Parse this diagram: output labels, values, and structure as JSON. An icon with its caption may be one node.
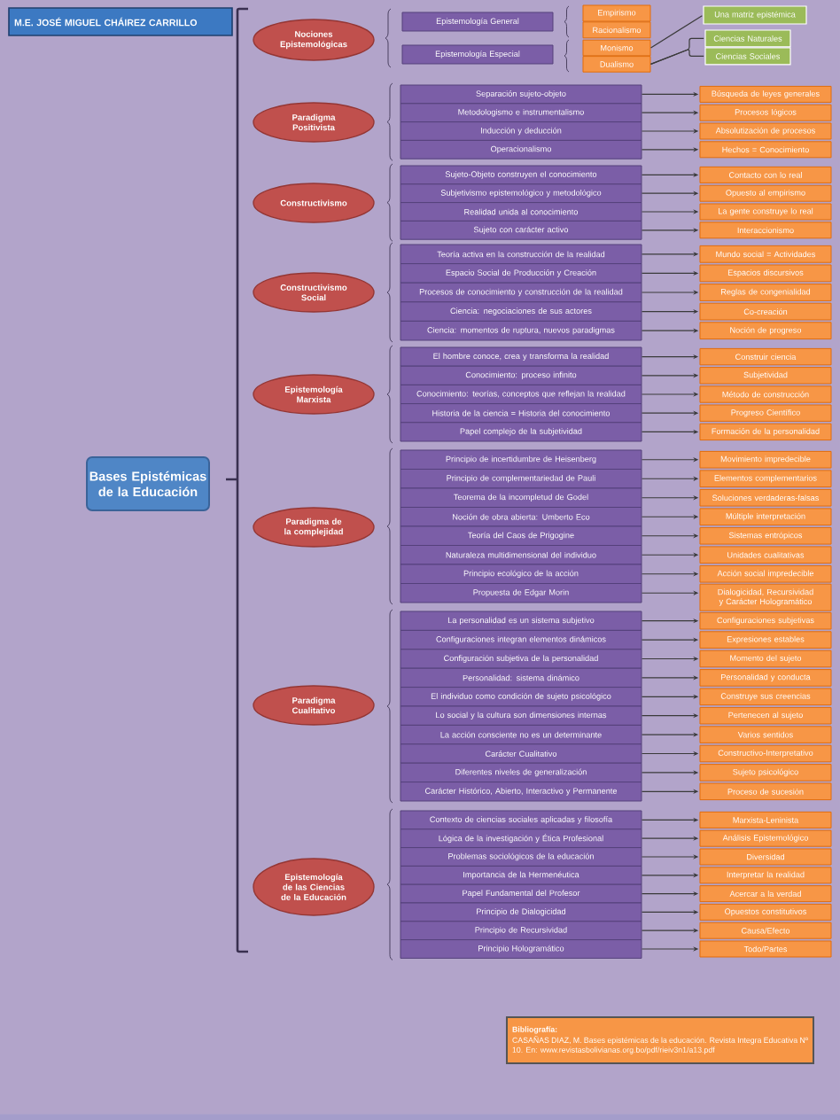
{
  "diagram": {
    "nodes": [
      {
        "text": [
          "M.E. JOSÉ MIGUEL CHÁIREZ CARRILLO"
        ]
      },
      {
        "text": [
          "Bases Epistémicas de la Educación"
        ]
      },
      {
        "text": [
          "Nociones Epistemológicas"
        ]
      },
      {
        "text": [
          "Epistemología General"
        ]
      },
      {
        "text": [
          "Empirismo"
        ]
      },
      {
        "text": [
          "Racionalismo"
        ]
      },
      {
        "text": [
          "Epistemología Especial"
        ]
      },
      {
        "text": [
          "Monismo"
        ]
      },
      {
        "text": [
          "Dualismo"
        ]
      },
      {
        "text": [
          "Una matriz epistémica"
        ]
      },
      {
        "text": [
          "Ciencias Naturales"
        ]
      },
      {
        "text": [
          "Ciencias Sociales"
        ]
      },
      {
        "text": [
          "Paradigma Positivista"
        ]
      },
      {
        "text": [
          "Separación sujeto-objeto"
        ]
      },
      {
        "text": [
          "Búsqueda de leyes generales"
        ]
      },
      {
        "text": [
          "Metodologismo e instrumentalismo"
        ]
      },
      {
        "text": [
          "Procesos lógicos"
        ]
      },
      {
        "text": [
          "Inducción y deducción"
        ]
      },
      {
        "text": [
          "Absolutización de procesos"
        ]
      },
      {
        "text": [
          "Operacionalismo"
        ]
      },
      {
        "text": [
          "Hechos = Conocimiento"
        ]
      },
      {
        "text": [
          "Constructivismo"
        ]
      },
      {
        "text": [
          "Sujeto-Objeto construyen el conocimiento"
        ]
      },
      {
        "text": [
          "Contacto con lo real"
        ]
      },
      {
        "text": [
          "Subjetivismo epistemológico y metodológico"
        ]
      },
      {
        "text": [
          "Opuesto al empirismo"
        ]
      },
      {
        "text": [
          "Realidad unida al conocimiento"
        ]
      },
      {
        "text": [
          "La gente construye lo real"
        ]
      },
      {
        "text": [
          "Sujeto con carácter activo"
        ]
      },
      {
        "text": [
          "Interaccionismo"
        ]
      },
      {
        "text": [
          "Constructivismo Social"
        ]
      },
      {
        "text": [
          "Teoría activa en la construcción de la realidad"
        ]
      },
      {
        "text": [
          "Mundo social = Actividades"
        ]
      },
      {
        "text": [
          "Espacio Social de Producción y Creación"
        ]
      },
      {
        "text": [
          "Espacios discursivos"
        ]
      },
      {
        "text": [
          "Procesos de conocimiento y construcción de la realidad"
        ]
      },
      {
        "text": [
          "Reglas de congenialidad"
        ]
      },
      {
        "text": [
          "Ciencia: negociaciones de sus actores"
        ]
      },
      {
        "text": [
          "Co-creación"
        ]
      },
      {
        "text": [
          "Ciencia: momentos de ruptura, nuevos paradigmas"
        ]
      },
      {
        "text": [
          "Noción de progreso"
        ]
      },
      {
        "text": [
          "Epistemología Marxista"
        ]
      },
      {
        "text": [
          "El hombre conoce, crea y transforma la realidad"
        ]
      },
      {
        "text": [
          "Construir ciencia"
        ]
      },
      {
        "text": [
          "Conocimiento: proceso infinito"
        ]
      },
      {
        "text": [
          "Subjetividad"
        ]
      },
      {
        "text": [
          "Conocimiento: teorías, conceptos que reflejan la realidad"
        ]
      },
      {
        "text": [
          "Método de construcción"
        ]
      },
      {
        "text": [
          "Historia de la ciencia = Historia del conocimiento"
        ]
      },
      {
        "text": [
          "Progreso Científico"
        ]
      },
      {
        "text": [
          "Papel complejo de la subjetividad"
        ]
      },
      {
        "text": [
          "Formación de la personalidad"
        ]
      },
      {
        "text": [
          "Paradigma de la complejidad"
        ]
      },
      {
        "text": [
          "Principio de incertidumbre de Heisenberg"
        ]
      },
      {
        "text": [
          "Movimiento impredecible"
        ]
      },
      {
        "text": [
          "Principio de complementariedad de Pauli"
        ]
      },
      {
        "text": [
          "Elementos complementarios"
        ]
      },
      {
        "text": [
          "Teorema de la incompletud de Godel"
        ]
      },
      {
        "text": [
          "Soluciones verdaderas-falsas"
        ]
      },
      {
        "text": [
          "Noción de obra abierta: Umberto Eco"
        ]
      },
      {
        "text": [
          "Múltiple interpretación"
        ]
      },
      {
        "text": [
          "Teoría del Caos de Prigogine"
        ]
      },
      {
        "text": [
          "Sistemas entrópicos"
        ]
      },
      {
        "text": [
          "Naturaleza multidimensional del individuo"
        ]
      },
      {
        "text": [
          "Unidades cualitativas"
        ]
      },
      {
        "text": [
          "Principio ecológico de la acción"
        ]
      },
      {
        "text": [
          "Acción social impredecible"
        ]
      },
      {
        "text": [
          "Propuesta de Edgar Morin"
        ]
      },
      {
        "text": [
          "Dialogicidad, Recursividad y Carácter Hologramático"
        ]
      },
      {
        "text": [
          "Paradigma Cualitativo"
        ]
      },
      {
        "text": [
          "La personalidad es un sistema subjetivo"
        ]
      },
      {
        "text": [
          "Configuraciones subjetivas"
        ]
      },
      {
        "text": [
          "Configuraciones integran elementos dinámicos"
        ]
      },
      {
        "text": [
          "Expresiones estables"
        ]
      },
      {
        "text": [
          "Configuración subjetiva de la personalidad"
        ]
      },
      {
        "text": [
          "Momento del sujeto"
        ]
      },
      {
        "text": [
          "Personalidad: sistema dinámico"
        ]
      },
      {
        "text": [
          "Personalidad y conducta"
        ]
      },
      {
        "text": [
          "El individuo como condición de sujeto psicológico"
        ]
      },
      {
        "text": [
          "Construye sus creencias"
        ]
      },
      {
        "text": [
          "Lo social y la cultura son dimensiones internas"
        ]
      },
      {
        "text": [
          "Pertenecen al sujeto"
        ]
      },
      {
        "text": [
          "La acción consciente no es un determinante"
        ]
      },
      {
        "text": [
          "Varios sentidos"
        ]
      },
      {
        "text": [
          "Carácter Cualitativo"
        ]
      },
      {
        "text": [
          "Constructivo-Interpretativo"
        ]
      },
      {
        "text": [
          "Diferentes niveles de generalización"
        ]
      },
      {
        "text": [
          "Sujeto psicológico"
        ]
      },
      {
        "text": [
          "Carácter Histórico, Abierto, Interactivo y Permanente"
        ]
      },
      {
        "text": [
          "Proceso de sucesión"
        ]
      },
      {
        "text": [
          "Epistemología de las Ciencias de la Educación"
        ]
      },
      {
        "text": [
          "Contexto de ciencias sociales aplicadas y filosofía"
        ]
      },
      {
        "text": [
          "Marxista-Leninista"
        ]
      },
      {
        "text": [
          "Lógica de la investigación y Ética Profesional"
        ]
      },
      {
        "text": [
          "Análisis Epistemológico"
        ]
      },
      {
        "text": [
          "Problemas sociológicos de la educación"
        ]
      },
      {
        "text": [
          "Diversidad"
        ]
      },
      {
        "text": [
          "Importancia de la Hermenéutica"
        ]
      },
      {
        "text": [
          "Interpretar la realidad"
        ]
      },
      {
        "text": [
          "Papel Fundamental del Profesor"
        ]
      },
      {
        "text": [
          "Acercar a la verdad"
        ]
      },
      {
        "text": [
          "Principio de Dialogicidad"
        ]
      },
      {
        "text": [
          "Opuestos constitutivos"
        ]
      },
      {
        "text": [
          "Principio de Recursividad"
        ]
      },
      {
        "text": [
          "Causa/Efecto"
        ]
      },
      {
        "text": [
          "Principio Hologramático"
        ]
      },
      {
        "text": [
          "Todo/Partes"
        ]
      },
      {
        "text": [
          "Bibliografía:",
          "CASAÑAS DIAZ, M. Bases epistémicas de la educación. Revista Integra Educativa Nº 10. En: www.revistasbolivianas.org.bo/pdf/rieiv3n1/a13.pdf"
        ]
      }
    ],
    "edges": [
      {
        "from": 7,
        "to": 9,
        "arrow": "none"
      },
      {
        "from": 8,
        "to": 10,
        "arrow": "none"
      },
      {
        "from": 8,
        "to": 11,
        "arrow": "none"
      },
      {
        "from": 13,
        "to": 14,
        "arrow": "to"
      },
      {
        "from": 15,
        "to": 16,
        "arrow": "to"
      },
      {
        "from": 17,
        "to": 18,
        "arrow": "to"
      },
      {
        "from": 19,
        "to": 20,
        "arrow": "to"
      },
      {
        "from": 22,
        "to": 23,
        "arrow": "to"
      },
      {
        "from": 24,
        "to": 25,
        "arrow": "to"
      },
      {
        "from": 26,
        "to": 27,
        "arrow": "to"
      },
      {
        "from": 28,
        "to": 29,
        "arrow": "to"
      },
      {
        "from": 31,
        "to": 32,
        "arrow": "to"
      },
      {
        "from": 33,
        "to": 34,
        "arrow": "to"
      },
      {
        "from": 35,
        "to": 36,
        "arrow": "to"
      },
      {
        "from": 37,
        "to": 38,
        "arrow": "to"
      },
      {
        "from": 39,
        "to": 40,
        "arrow": "to"
      },
      {
        "from": 42,
        "to": 43,
        "arrow": "to"
      },
      {
        "from": 44,
        "to": 45,
        "arrow": "to"
      },
      {
        "from": 46,
        "to": 47,
        "arrow": "to"
      },
      {
        "from": 48,
        "to": 49,
        "arrow": "to"
      },
      {
        "from": 50,
        "to": 51,
        "arrow": "to"
      },
      {
        "from": 53,
        "to": 54,
        "arrow": "to"
      },
      {
        "from": 55,
        "to": 56,
        "arrow": "to"
      },
      {
        "from": 57,
        "to": 58,
        "arrow": "to"
      },
      {
        "from": 59,
        "to": 60,
        "arrow": "to"
      },
      {
        "from": 61,
        "to": 62,
        "arrow": "to"
      },
      {
        "from": 63,
        "to": 64,
        "arrow": "to"
      },
      {
        "from": 65,
        "to": 66,
        "arrow": "to"
      },
      {
        "from": 67,
        "to": 68,
        "arrow": "to"
      },
      {
        "from": 70,
        "to": 71,
        "arrow": "to"
      },
      {
        "from": 72,
        "to": 73,
        "arrow": "to"
      },
      {
        "from": 74,
        "to": 75,
        "arrow": "to"
      },
      {
        "from": 76,
        "to": 77,
        "arrow": "to"
      },
      {
        "from": 78,
        "to": 79,
        "arrow": "to"
      },
      {
        "from": 80,
        "to": 81,
        "arrow": "to"
      },
      {
        "from": 82,
        "to": 83,
        "arrow": "to"
      },
      {
        "from": 84,
        "to": 85,
        "arrow": "to"
      },
      {
        "from": 86,
        "to": 87,
        "arrow": "to"
      },
      {
        "from": 88,
        "to": 89,
        "arrow": "to"
      },
      {
        "from": 91,
        "to": 92,
        "arrow": "to"
      },
      {
        "from": 93,
        "to": 94,
        "arrow": "to"
      },
      {
        "from": 95,
        "to": 96,
        "arrow": "to"
      },
      {
        "from": 97,
        "to": 98,
        "arrow": "to"
      },
      {
        "from": 99,
        "to": 100,
        "arrow": "to"
      },
      {
        "from": 101,
        "to": 102,
        "arrow": "to"
      },
      {
        "from": 103,
        "to": 104,
        "arrow": "to"
      },
      {
        "from": 105,
        "to": 106,
        "arrow": "to"
      }
    ]
  }
}
